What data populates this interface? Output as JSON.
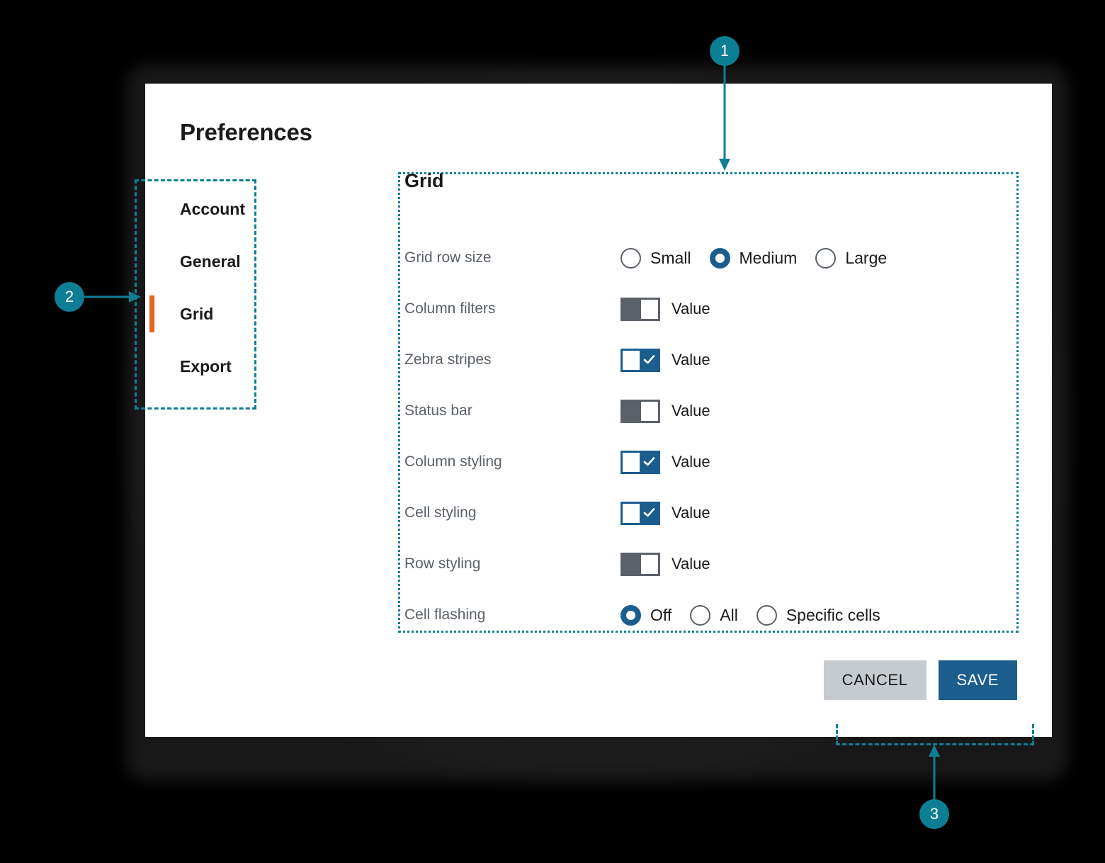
{
  "dialog": {
    "title": "Preferences"
  },
  "sidebar": {
    "items": [
      {
        "label": "Account",
        "active": false
      },
      {
        "label": "General",
        "active": false
      },
      {
        "label": "Grid",
        "active": true
      },
      {
        "label": "Export",
        "active": false
      }
    ]
  },
  "panel": {
    "title": "Grid",
    "rows": [
      {
        "label": "Grid row size",
        "control": "radio",
        "options": [
          {
            "label": "Small",
            "selected": false
          },
          {
            "label": "Medium",
            "selected": true
          },
          {
            "label": "Large",
            "selected": false
          }
        ]
      },
      {
        "label": "Column filters",
        "control": "toggle",
        "state": "off",
        "value_label": "Value"
      },
      {
        "label": "Zebra stripes",
        "control": "toggle",
        "state": "on",
        "value_label": "Value"
      },
      {
        "label": "Status bar",
        "control": "toggle",
        "state": "off",
        "value_label": "Value"
      },
      {
        "label": "Column styling",
        "control": "toggle",
        "state": "on",
        "value_label": "Value"
      },
      {
        "label": "Cell styling",
        "control": "toggle",
        "state": "on",
        "value_label": "Value"
      },
      {
        "label": "Row styling",
        "control": "toggle",
        "state": "off",
        "value_label": "Value"
      },
      {
        "label": "Cell flashing",
        "control": "radio",
        "options": [
          {
            "label": "Off",
            "selected": true
          },
          {
            "label": "All",
            "selected": false
          },
          {
            "label": "Specific cells",
            "selected": false
          }
        ]
      }
    ]
  },
  "footer": {
    "cancel_label": "CANCEL",
    "save_label": "SAVE"
  },
  "annotations": {
    "markers": [
      {
        "number": "1"
      },
      {
        "number": "2"
      },
      {
        "number": "3"
      }
    ]
  },
  "colors": {
    "accent_teal": "#0d7f95",
    "accent_blue": "#1b5e8e",
    "active_orange": "#e8641c",
    "label_gray": "#5b6169",
    "cancel_gray": "#c6cbd0"
  }
}
